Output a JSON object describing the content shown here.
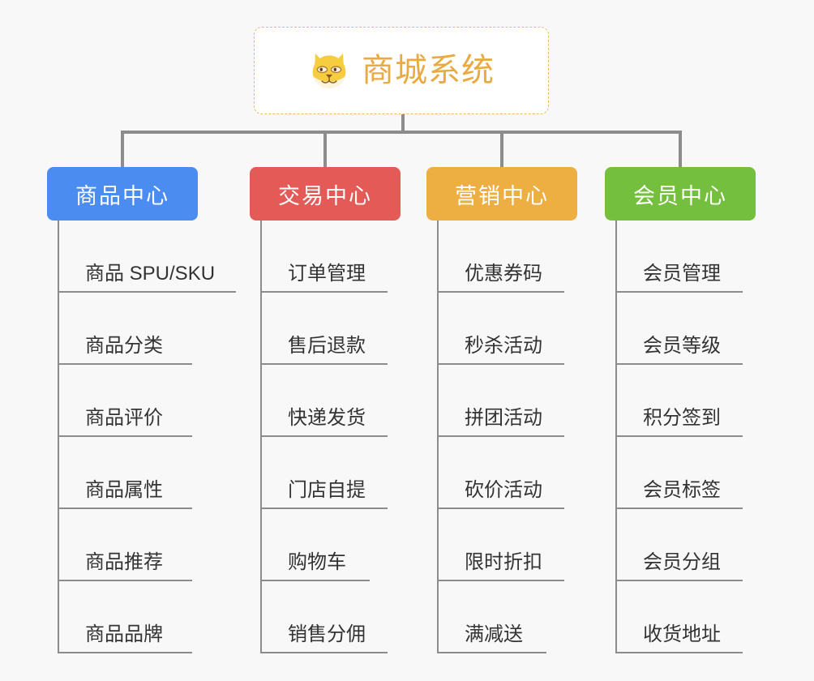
{
  "diagram": {
    "type": "mindmap-org-chart",
    "background_color": "#f8f8f8",
    "connector_color": "#8c8c8c",
    "root": {
      "title": "商城系统",
      "icon": "shiba-dog-face-icon",
      "text_color": "#e8ab43",
      "border_color": "#e9b960",
      "background_color": "#ffffff"
    },
    "categories": [
      {
        "label": "商品中心",
        "color": "#4a8cf0",
        "items": [
          "商品 SPU/SKU",
          "商品分类",
          "商品评价",
          "商品属性",
          "商品推荐",
          "商品品牌"
        ]
      },
      {
        "label": "交易中心",
        "color": "#e45a57",
        "items": [
          "订单管理",
          "售后退款",
          "快递发货",
          "门店自提",
          "购物车",
          "销售分佣"
        ]
      },
      {
        "label": "营销中心",
        "color": "#edae42",
        "items": [
          "优惠券码",
          "秒杀活动",
          "拼团活动",
          "砍价活动",
          "限时折扣",
          "满减送"
        ]
      },
      {
        "label": "会员中心",
        "color": "#74c03e",
        "items": [
          "会员管理",
          "会员等级",
          "积分签到",
          "会员标签",
          "会员分组",
          "收货地址"
        ]
      }
    ]
  }
}
